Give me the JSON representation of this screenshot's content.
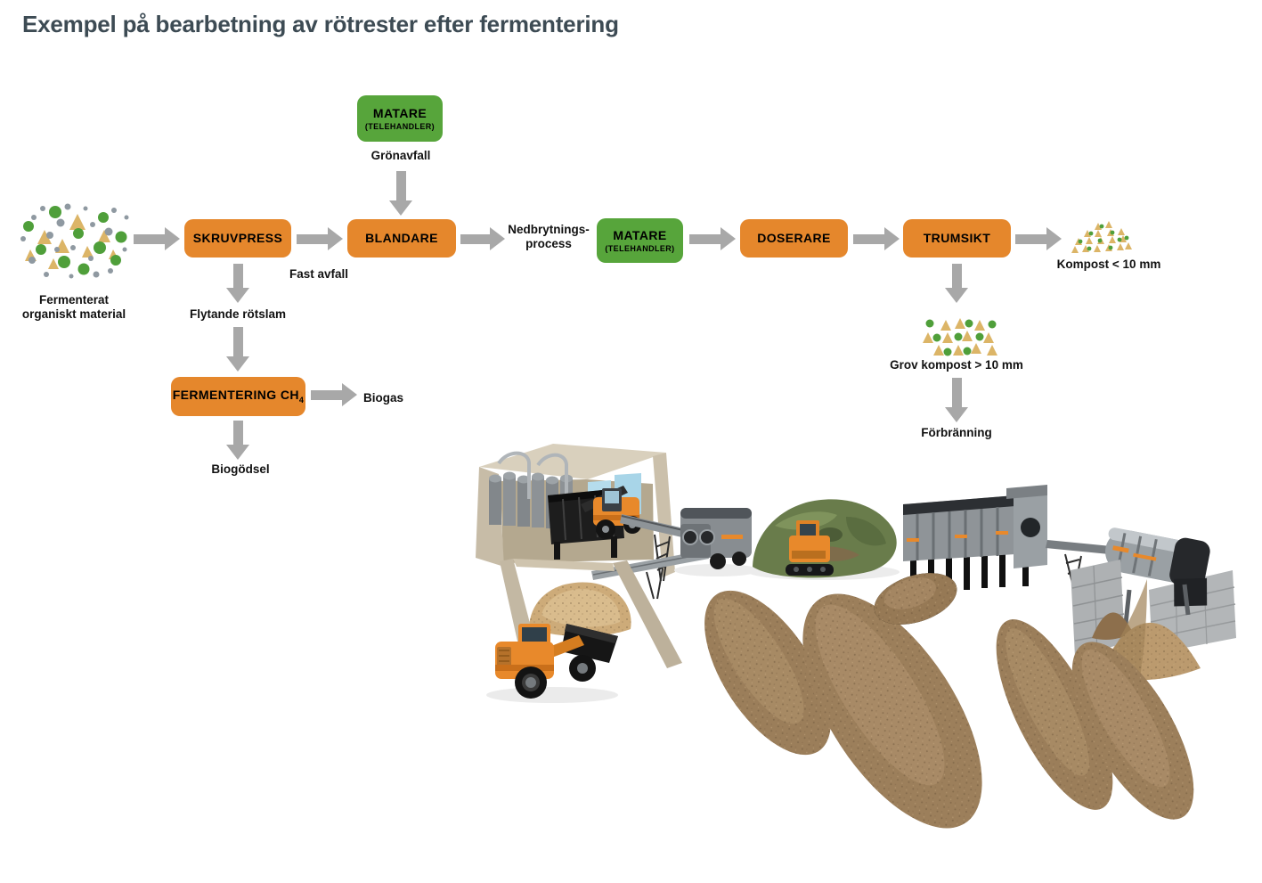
{
  "title": "Exempel på  bearbetning av rötrester efter fermentering",
  "colors": {
    "title": "#3d4b54",
    "txt": "#111111",
    "orange": "#e5872c",
    "green": "#57a53b",
    "arrow": "#a8a8a8",
    "particle_green": "#4f9f3a",
    "particle_gray": "#8f99a1",
    "particle_tan": "#dcb567"
  },
  "flow": {
    "feeder_top": {
      "label": "MATARE",
      "sublabel": "(TELEHANDLER)"
    },
    "green_waste": "Grönavfall",
    "input": "Fermenterat\norganiskt material",
    "screw_press": "SKRUVPRESS",
    "solid_waste": "Fast avfall",
    "mixer": "BLANDARE",
    "degradation": "Nedbrytnings-\nprocess",
    "feeder_mid": {
      "label": "MATARE",
      "sublabel": "(TELEHANDLER)"
    },
    "dosing": "DOSERARE",
    "drum_screen": "TRUMSIKT",
    "fine_compost": "Kompost < 10 mm",
    "coarse_compost": "Grov kompost > 10 mm",
    "incineration": "Förbränning",
    "liquid_sludge": "Flytande rötslam",
    "fermentation": {
      "label": "FERMENTERING CH",
      "subscript": "4"
    },
    "biogas": "Biogas",
    "biofertilizer": "Biogödsel"
  },
  "icons": {
    "flow_arrow": "thick-gray-arrow",
    "input_cluster": "mixed-organic-particles",
    "fine_compost_cluster": "fine-compost-particles",
    "coarse_compost_cluster": "coarse-compost-particles",
    "illustration": "composting-facility-3d-scene"
  }
}
